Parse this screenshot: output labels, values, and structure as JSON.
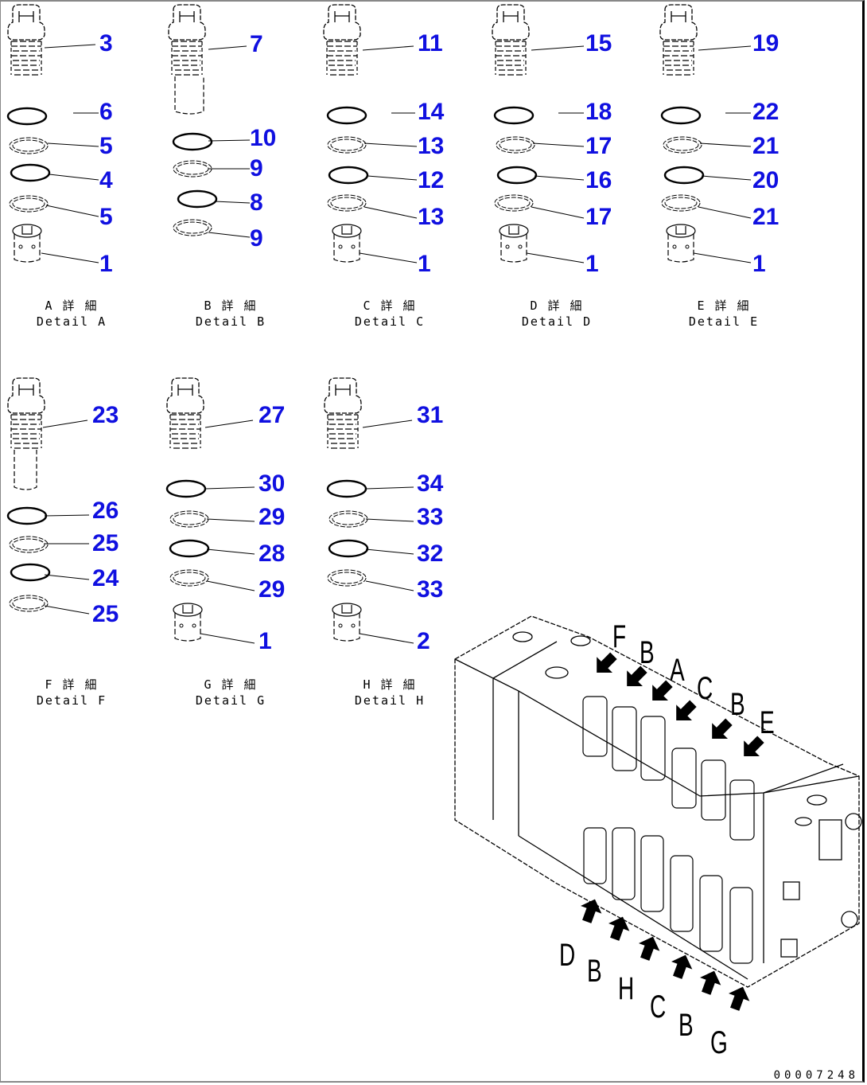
{
  "drawing_code": "00007248",
  "details": [
    {
      "id": "A",
      "caption_jp": "A 詳 細",
      "caption_en": "Detail A",
      "parts": [
        "3",
        "6",
        "5",
        "4",
        "5",
        "1"
      ]
    },
    {
      "id": "B",
      "caption_jp": "B 詳 細",
      "caption_en": "Detail B",
      "parts": [
        "7",
        "10",
        "9",
        "8",
        "9"
      ]
    },
    {
      "id": "C",
      "caption_jp": "C 詳 細",
      "caption_en": "Detail C",
      "parts": [
        "11",
        "14",
        "13",
        "12",
        "13",
        "1"
      ]
    },
    {
      "id": "D",
      "caption_jp": "D 詳 細",
      "caption_en": "Detail D",
      "parts": [
        "15",
        "18",
        "17",
        "16",
        "17",
        "1"
      ]
    },
    {
      "id": "E",
      "caption_jp": "E 詳 細",
      "caption_en": "Detail E",
      "parts": [
        "19",
        "22",
        "21",
        "20",
        "21",
        "1"
      ]
    },
    {
      "id": "F",
      "caption_jp": "F 詳 細",
      "caption_en": "Detail F",
      "parts": [
        "23",
        "26",
        "25",
        "24",
        "25"
      ]
    },
    {
      "id": "G",
      "caption_jp": "G 詳 細",
      "caption_en": "Detail G",
      "parts": [
        "27",
        "30",
        "29",
        "28",
        "29",
        "1"
      ]
    },
    {
      "id": "H",
      "caption_jp": "H 詳 細",
      "caption_en": "Detail H",
      "parts": [
        "31",
        "34",
        "33",
        "32",
        "33",
        "2"
      ]
    }
  ],
  "assembly": {
    "top_arrows": [
      "F",
      "B",
      "A",
      "C",
      "B",
      "E"
    ],
    "bottom_arrows": [
      "D",
      "B",
      "H",
      "C",
      "B",
      "G"
    ]
  },
  "colors": {
    "callout": "#1010e0",
    "line": "#000000"
  }
}
